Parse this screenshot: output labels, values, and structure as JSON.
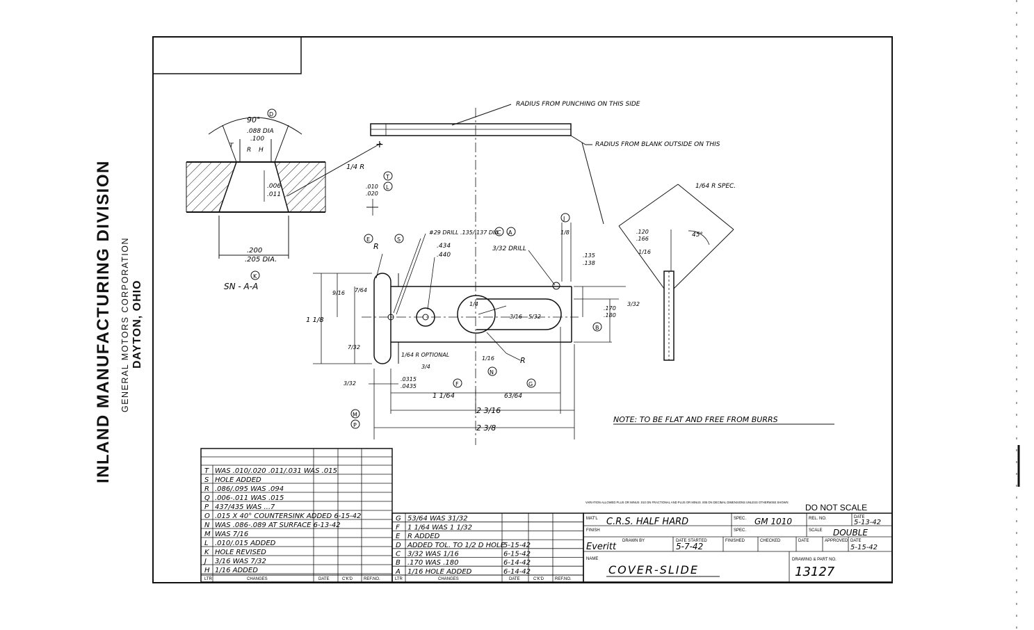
{
  "company": {
    "division": "INLAND MANUFACTURING DIVISION",
    "corporation": "GENERAL MOTORS CORPORATION",
    "city": "DAYTON, OHIO"
  },
  "title_block": {
    "do_not_scale": "DO NOT SCALE",
    "tolerance_note": "VARIATION ALLOWED PLUS OR MINUS .010 ON FRACTIONAL AND PLUS OR MINUS .005 ON DECIMAL DIMENSIONS UNLESS OTHERWISE SHOWN",
    "matl_label": "MAT'L",
    "matl_value": "C.R.S. HALF HARD",
    "spec_label": "SPEC.",
    "spec_value": "GM 1010",
    "ref_no_label": "REL. NO.",
    "date_label": "DATE",
    "date_value": "5-13-42",
    "finish_label": "FINISH",
    "spec2_label": "SPEC.",
    "scale_label": "SCALE",
    "scale_value": "DOUBLE",
    "drawn_by_label": "DRAWN BY",
    "drawn_by_value": "Everitt",
    "date_started_label": "DATE STARTED",
    "date_started_value": "5-7-42",
    "finished_label": "FINISHED",
    "checked_label": "CHECKED",
    "date2_label": "DATE",
    "approved_label": "APPROVED",
    "date3_label": "DATE",
    "date3_value": "5-15-42",
    "name_label": "NAME",
    "name_value": "COVER-SLIDE",
    "drawing_no_label": "DRAWING & PART NO.",
    "drawing_no_value": "13127"
  },
  "revisions_left": {
    "rows": [
      {
        "ltr": "T",
        "change": "WAS .010/.020 .011/.031 WAS .015",
        "date": "",
        "ckd": "",
        "ref": ""
      },
      {
        "ltr": "S",
        "change": "HOLE ADDED",
        "date": "",
        "ckd": "",
        "ref": ""
      },
      {
        "ltr": "R",
        "change": ".086/.095 WAS .094",
        "date": "",
        "ckd": "",
        "ref": ""
      },
      {
        "ltr": "Q",
        "change": ".006-.011 WAS .015",
        "date": "",
        "ckd": "",
        "ref": ""
      },
      {
        "ltr": "P",
        "change": "437/435 WAS ...7",
        "date": "",
        "ckd": "",
        "ref": ""
      },
      {
        "ltr": "O",
        "change": ".015 X 40° COUNTERSINK ADDED 6-15-42",
        "date": "",
        "ckd": "",
        "ref": ""
      },
      {
        "ltr": "N",
        "change": "WAS .086-.089 AT SURFACE 6-13-42",
        "date": "",
        "ckd": "",
        "ref": ""
      },
      {
        "ltr": "M",
        "change": "WAS 7/16",
        "date": "",
        "ckd": "",
        "ref": ""
      },
      {
        "ltr": "L",
        "change": ".010/.015 ADDED",
        "date": "",
        "ckd": "",
        "ref": ""
      },
      {
        "ltr": "K",
        "change": "HOLE REVISED",
        "date": "",
        "ckd": "",
        "ref": ""
      },
      {
        "ltr": "J",
        "change": "3/16 WAS 7/32",
        "date": "",
        "ckd": "",
        "ref": ""
      },
      {
        "ltr": "H",
        "change": "1/16 ADDED",
        "date": "",
        "ckd": "",
        "ref": ""
      }
    ],
    "headers": {
      "ltr": "LTR",
      "changes": "CHANGES",
      "date": "DATE",
      "ckd": "C'K'D",
      "ref": "REF.NO."
    }
  },
  "revisions_right": {
    "rows": [
      {
        "ltr": "G",
        "change": "53/64 WAS 31/32",
        "date": "",
        "ckd": "",
        "ref": ""
      },
      {
        "ltr": "F",
        "change": "1 1/64 WAS 1 1/32",
        "date": "",
        "ckd": "",
        "ref": ""
      },
      {
        "ltr": "E",
        "change": "R ADDED",
        "date": "",
        "ckd": "",
        "ref": ""
      },
      {
        "ltr": "D",
        "change": "ADDED TOL. TO 1/2 D HOLE",
        "date": "5-15-42",
        "ckd": "",
        "ref": ""
      },
      {
        "ltr": "C",
        "change": "3/32 WAS 1/16",
        "date": "6-15-42",
        "ckd": "",
        "ref": ""
      },
      {
        "ltr": "B",
        "change": ".170 WAS .180",
        "date": "6-14-42",
        "ckd": "",
        "ref": ""
      },
      {
        "ltr": "A",
        "change": "1/16 HOLE ADDED",
        "date": "6-14-42",
        "ckd": "",
        "ref": ""
      }
    ],
    "headers": {
      "ltr": "LTR",
      "changes": "CHANGES",
      "date": "DATE",
      "ckd": "C'K'D",
      "ref": "REF.NO."
    }
  },
  "annotations": {
    "radius_punching": "RADIUS FROM PUNCHING ON THIS SIDE",
    "radius_blank": "RADIUS FROM BLANK OUTSIDE ON THIS",
    "note": "NOTE: TO BE FLAT AND FREE FROM BURRS",
    "section": "SN - A-A",
    "angle_90": "90°",
    "dia_088": ".088 DIA",
    "dia_100": ".100",
    "dim_006": ".006",
    "dim_011": ".011",
    "dim_200": ".200",
    "dim_205": ".205 DIA.",
    "r_quarter": "1/4 R",
    "dim_010": ".010",
    "dim_020": ".020",
    "drill_29": "#29 DRILL .135/.137 DIA",
    "dim_434": ".434",
    "dim_440": ".440",
    "drill_332": "3/32 DRILL",
    "dim_135": ".135",
    "dim_138": ".138",
    "dim_170": ".170",
    "dim_180": ".180",
    "r_optional": "1/64 R OPTIONAL",
    "dim_0315": ".0315",
    "dim_0435": ".0435",
    "dim_2_3_16": "2 3/16",
    "dim_2_3_8": "2 3/8",
    "dim_1_1_64": "1 1/64",
    "dim_63_64": "63/64",
    "dim_1_1_8": "1 1/8",
    "dim_9_16": "9/16",
    "dim_7_64": "7/64",
    "dim_7_32": "7/32",
    "dim_3_32a": "3/32",
    "dim_3_32b": "3/32",
    "dim_1_16": "1/16",
    "dim_3_16": "3/16",
    "dim_5_32": "5/32",
    "dim_1_8": "1/8",
    "dim_120": ".120",
    "dim_166": ".166",
    "angle_45": "45°",
    "r_spec": "1/64 R SPEC.",
    "dim_1_16b": "1/16",
    "r_label": "R",
    "dim_3_4": "3/4",
    "dim_1_4": "1/4"
  },
  "callouts": [
    "D",
    "T",
    "L",
    "E",
    "S",
    "C",
    "A",
    "J",
    "B",
    "K",
    "F",
    "G",
    "N",
    "P",
    "M"
  ]
}
